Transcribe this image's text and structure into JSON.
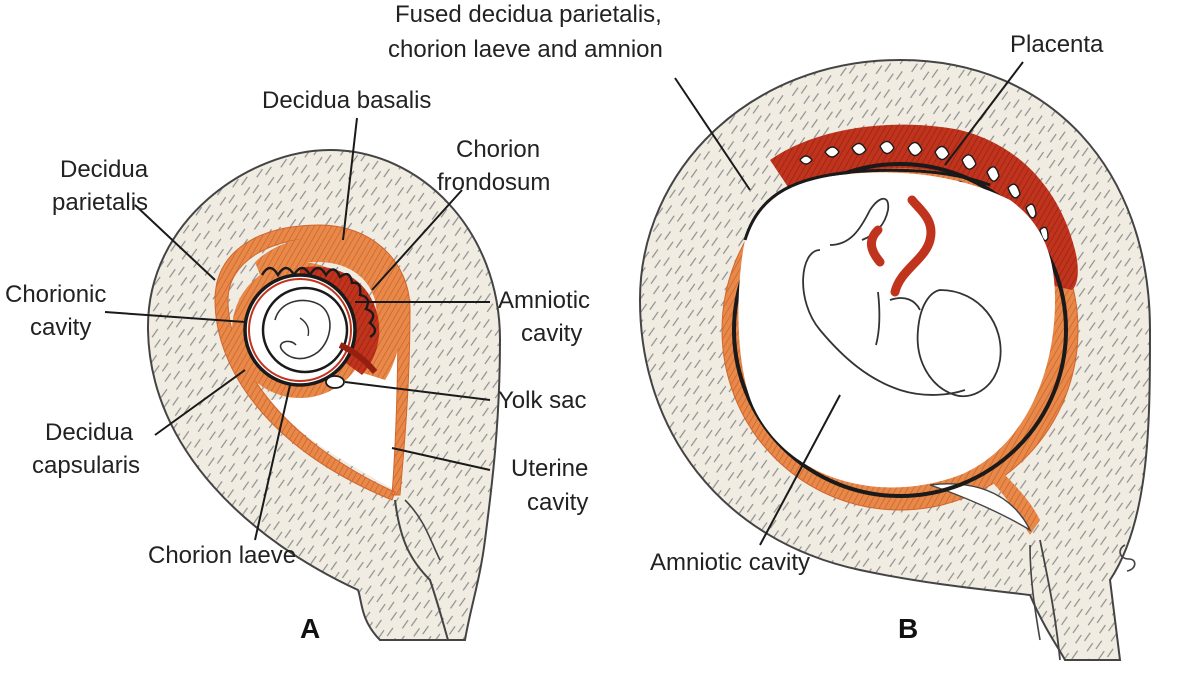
{
  "colors": {
    "wall": "#f1ece2",
    "wall_texture": "#8f8f8f",
    "decidua": "#e8894a",
    "decidua_dark": "#d0662e",
    "chorion": "#c0341e",
    "villi": "#8e1810",
    "membrane": "#1a1a1a",
    "cavity": "#ffffff",
    "outline": "#444444"
  },
  "panels": {
    "a": "A",
    "b": "B"
  },
  "labels": {
    "decidua_basalis": "Decidua basalis",
    "chorion_frondosum": [
      "Chorion",
      "frondosum"
    ],
    "decidua_parietalis": [
      "Decidua",
      "parietalis"
    ],
    "chorionic_cavity": [
      "Chorionic",
      "cavity"
    ],
    "amniotic_cavity_a": [
      "Amniotic",
      "cavity"
    ],
    "yolk_sac": "Yolk sac",
    "decidua_capsularis": [
      "Decidua",
      "capsularis"
    ],
    "uterine_cavity": [
      "Uterine",
      "cavity"
    ],
    "chorion_laeve": "Chorion laeve",
    "fused_membranes": [
      "Fused decidua parietalis,",
      "chorion laeve and amnion"
    ],
    "placenta": "Placenta",
    "amniotic_cavity_b": "Amniotic cavity"
  }
}
